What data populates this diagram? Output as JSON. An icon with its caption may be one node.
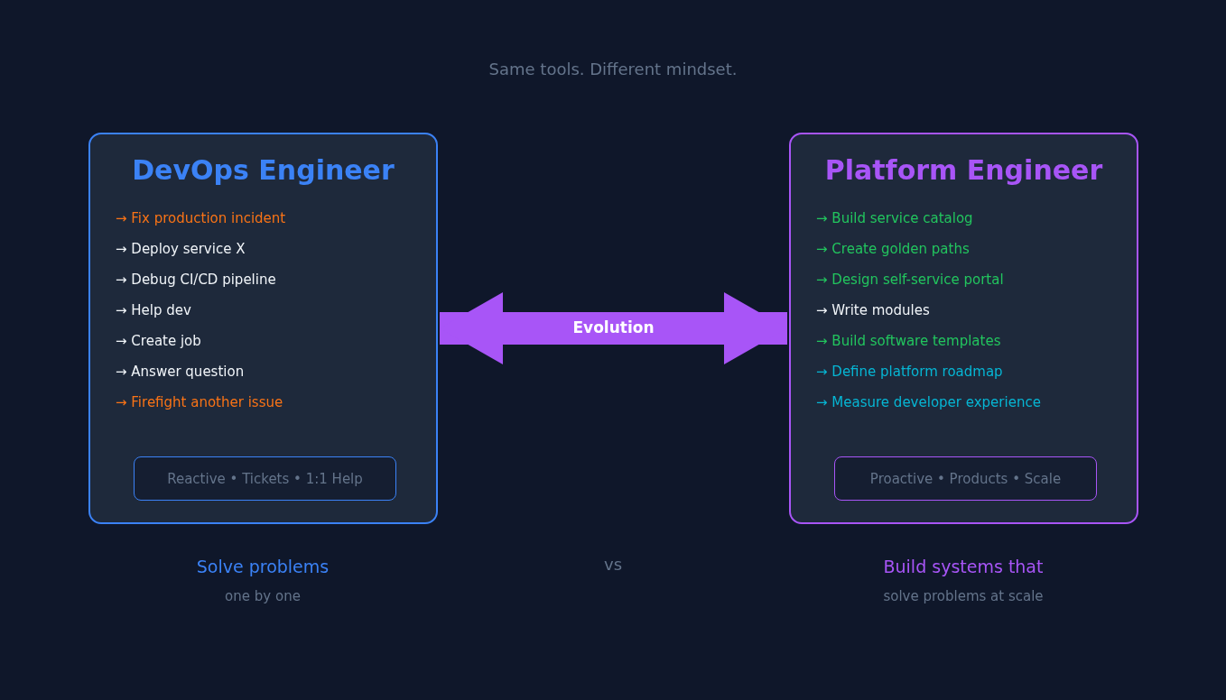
{
  "diagram": {
    "title": "Same tools. Different mindset.",
    "nodes": [
      {
        "text": [
          "DevOps Engineer",
          "→ Fix production incident",
          "→ Deploy service X",
          "→ Debug CI/CD pipeline",
          "→ Help dev",
          "→ Create job",
          "→ Answer question",
          "→ Firefight another issue"
        ]
      },
      {
        "text": [
          "Reactive • Tickets • 1:1 Help"
        ],
        "in": 0
      },
      {
        "text": [
          "Platform Engineer",
          "→ Build service catalog",
          "→ Create golden paths",
          "→ Design self-service portal",
          "→ Write modules",
          "→ Build software templates",
          "→ Define platform roadmap",
          "→ Measure developer experience"
        ]
      },
      {
        "text": [
          "Proactive • Products • Scale"
        ],
        "in": 2
      }
    ],
    "edges": [
      {
        "from": 0,
        "to": 2,
        "arrow": "both",
        "label": "Evolution"
      }
    ],
    "labels": [
      "Solve problems",
      "one by one",
      "vs",
      "Build systems that",
      "solve problems at scale"
    ]
  }
}
